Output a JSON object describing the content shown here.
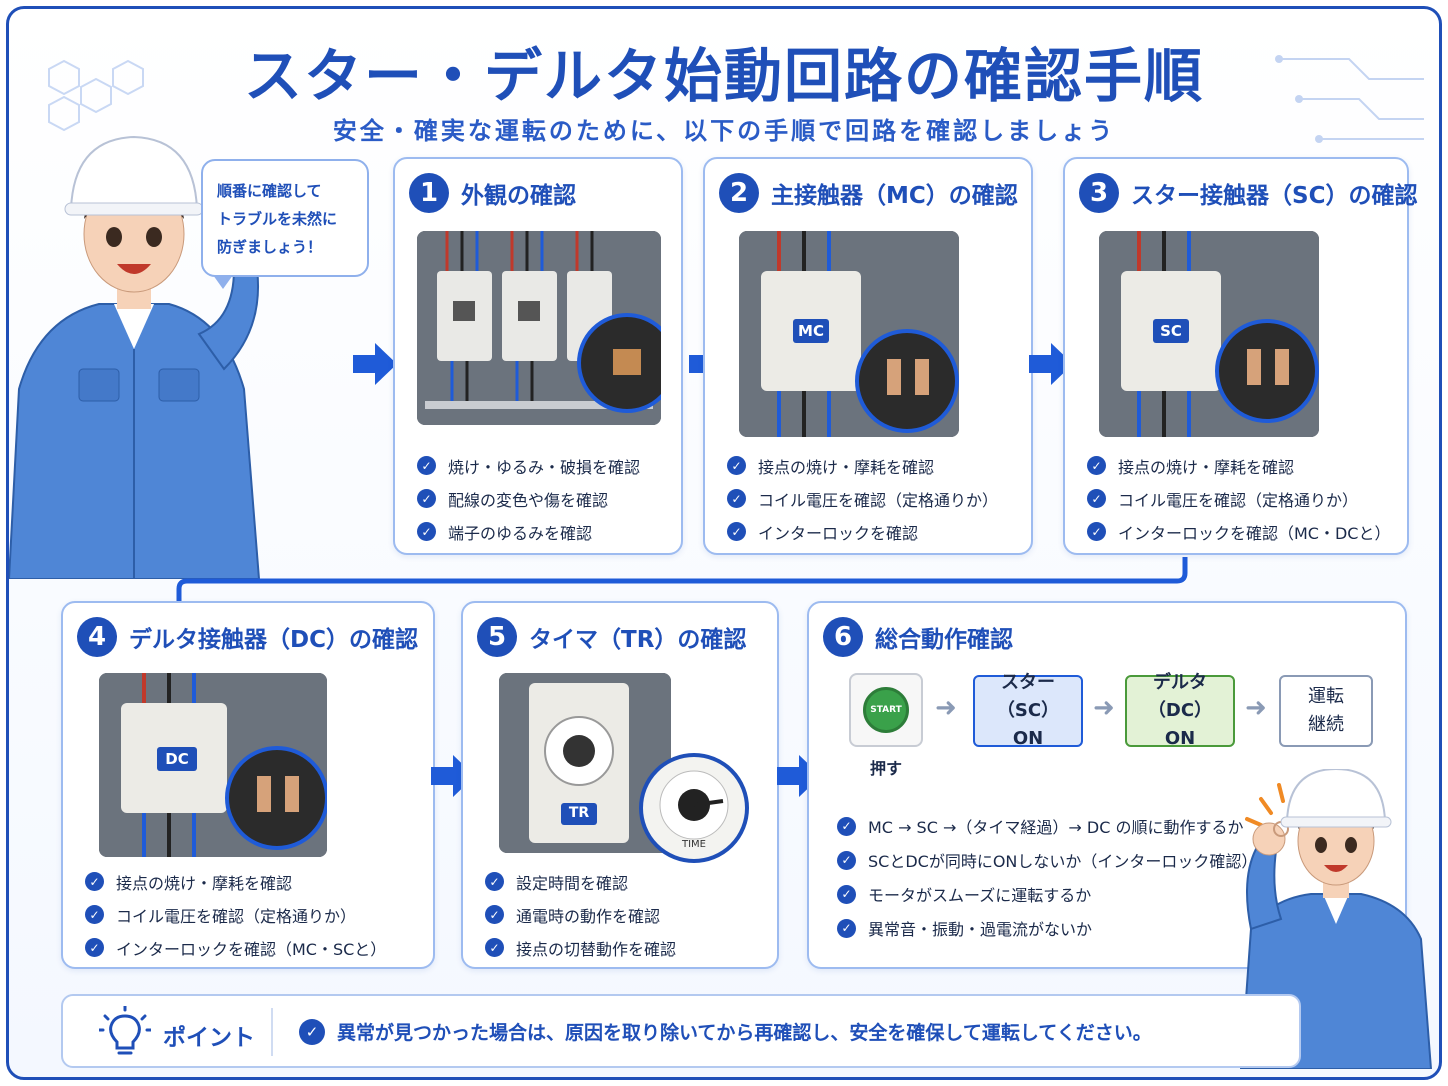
{
  "title": "スター・デルタ始動回路の確認手順",
  "subtitle": "安全・確実な運転のために、以下の手順で回路を確認しましょう",
  "speech": {
    "line1": "順番に確認して",
    "line2": "トラブルを未然に",
    "line3": "防ぎましょう！"
  },
  "steps": [
    {
      "num": "1",
      "title": "外観の確認",
      "checks": [
        "焼け・ゆるみ・破損を確認",
        "配線の変色や傷を確認",
        "端子のゆるみを確認"
      ]
    },
    {
      "num": "2",
      "title": "主接触器（MC）の確認",
      "label": "MC",
      "checks": [
        "接点の焼け・摩耗を確認",
        "コイル電圧を確認（定格通りか）",
        "インターロックを確認"
      ]
    },
    {
      "num": "3",
      "title": "スター接触器（SC）の確認",
      "label": "SC",
      "checks": [
        "接点の焼け・摩耗を確認",
        "コイル電圧を確認（定格通りか）",
        "インターロックを確認（MC・DCと）"
      ]
    },
    {
      "num": "4",
      "title": "デルタ接触器（DC）の確認",
      "label": "DC",
      "checks": [
        "接点の焼け・摩耗を確認",
        "コイル電圧を確認（定格通りか）",
        "インターロックを確認（MC・SCと）"
      ]
    },
    {
      "num": "5",
      "title": "タイマ（TR）の確認",
      "label": "TR",
      "dial_label": "TIME",
      "checks": [
        "設定時間を確認",
        "通電時の動作を確認",
        "接点の切替動作を確認"
      ]
    },
    {
      "num": "6",
      "title": "総合動作確認",
      "checks": [
        "MC → SC →（タイマ経過）→ DC の順に動作するか",
        "SCとDCが同時にONしないか（インターロック確認）",
        "モータがスムーズに運転するか",
        "異常音・振動・過電流がないか"
      ]
    }
  ],
  "flow": {
    "start_button": "START",
    "push_label": "押す",
    "star_line1": "スター（SC）",
    "star_line2": "ON",
    "delta_line1": "デルタ（DC）",
    "delta_line2": "ON",
    "run_line1": "運転",
    "run_line2": "継続"
  },
  "point": {
    "label": "ポイント",
    "text": "異常が見つかった場合は、原因を取り除いてから再確認し、安全を確保して運転してください。"
  },
  "colors": {
    "primary": "#1f4fb8",
    "card_border": "#9dbbf0",
    "star_box": "#dce7fb",
    "delta_box": "#e3f2d6",
    "start_green": "#3aa14a"
  }
}
